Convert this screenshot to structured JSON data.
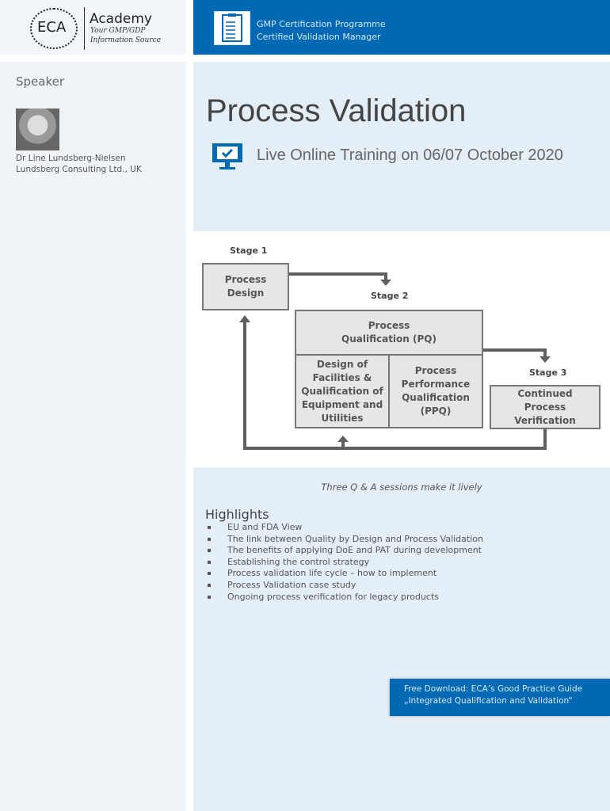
{
  "logo": {
    "mark": "ECA",
    "name": "Academy",
    "tagline1": "Your GMP/GDP",
    "tagline2": "Information Source"
  },
  "header": {
    "line1": "GMP Certification Programme",
    "line2": "Certified Validation Manager",
    "icon": "clipboard-checklist-icon"
  },
  "speaker": {
    "heading": "Speaker",
    "name": "Dr Line Lundsberg-Nielsen",
    "company": "Lundsberg Consulting Ltd., UK"
  },
  "hero": {
    "title": "Process Validation",
    "subtitle": "Live Online Training on 06/07 October 2020",
    "icon": "monitor-check-icon"
  },
  "diagram": {
    "stage1": "Stage 1",
    "stage2": "Stage 2",
    "stage3": "Stage 3",
    "process_design": "Process Design",
    "pq": "Process Qualification (PQ)",
    "facilities": "Design of Facilities & Qualification of Equipment and Utilities",
    "ppq": "Process Performance Qualification (PPQ)",
    "cpv": "Continued Process Verification"
  },
  "tagline": "Three Q & A sessions make it lively",
  "highlights": {
    "title": "Highlights",
    "items": [
      "EU and FDA View",
      "The link between Quality by Design and Process Validation",
      "The benefits of applying DoE and PAT during development",
      "Establishing the control strategy",
      "Process validation life cycle – how to implement",
      "Process Validation case study",
      "Ongoing process verification for legacy products"
    ]
  },
  "download": {
    "line1": "Free Download: ECA’s Good Practice Guide",
    "line2": "„Integrated Qualification and Validation“"
  },
  "colors": {
    "brand": "#0069b4",
    "panel": "#e4eef6"
  }
}
